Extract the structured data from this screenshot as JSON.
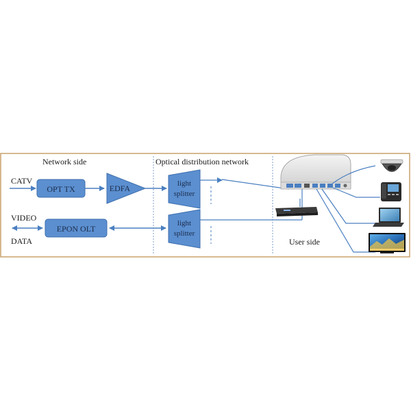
{
  "sections": {
    "network_side": "Network side",
    "odn": "Optical distribution network",
    "user_side": "User side"
  },
  "inputs": {
    "catv": "CATV",
    "video": "VIDEO",
    "data": "DATA"
  },
  "blocks": {
    "opt_tx": "OPT TX",
    "edfa": "EDFA",
    "epon_olt": "EPON OLT",
    "splitter_line1": "light",
    "splitter_line2": "splitter"
  },
  "colors": {
    "frame": "#c8a06a",
    "block_fill": "#5b8fd0",
    "block_stroke": "#3f6fae",
    "arrow": "#4a7fc0",
    "divider": "#7a9cc8"
  },
  "icons": [
    "router-icon",
    "set-top-box-icon",
    "dome-camera-icon",
    "ip-phone-icon",
    "laptop-icon",
    "tv-icon"
  ]
}
